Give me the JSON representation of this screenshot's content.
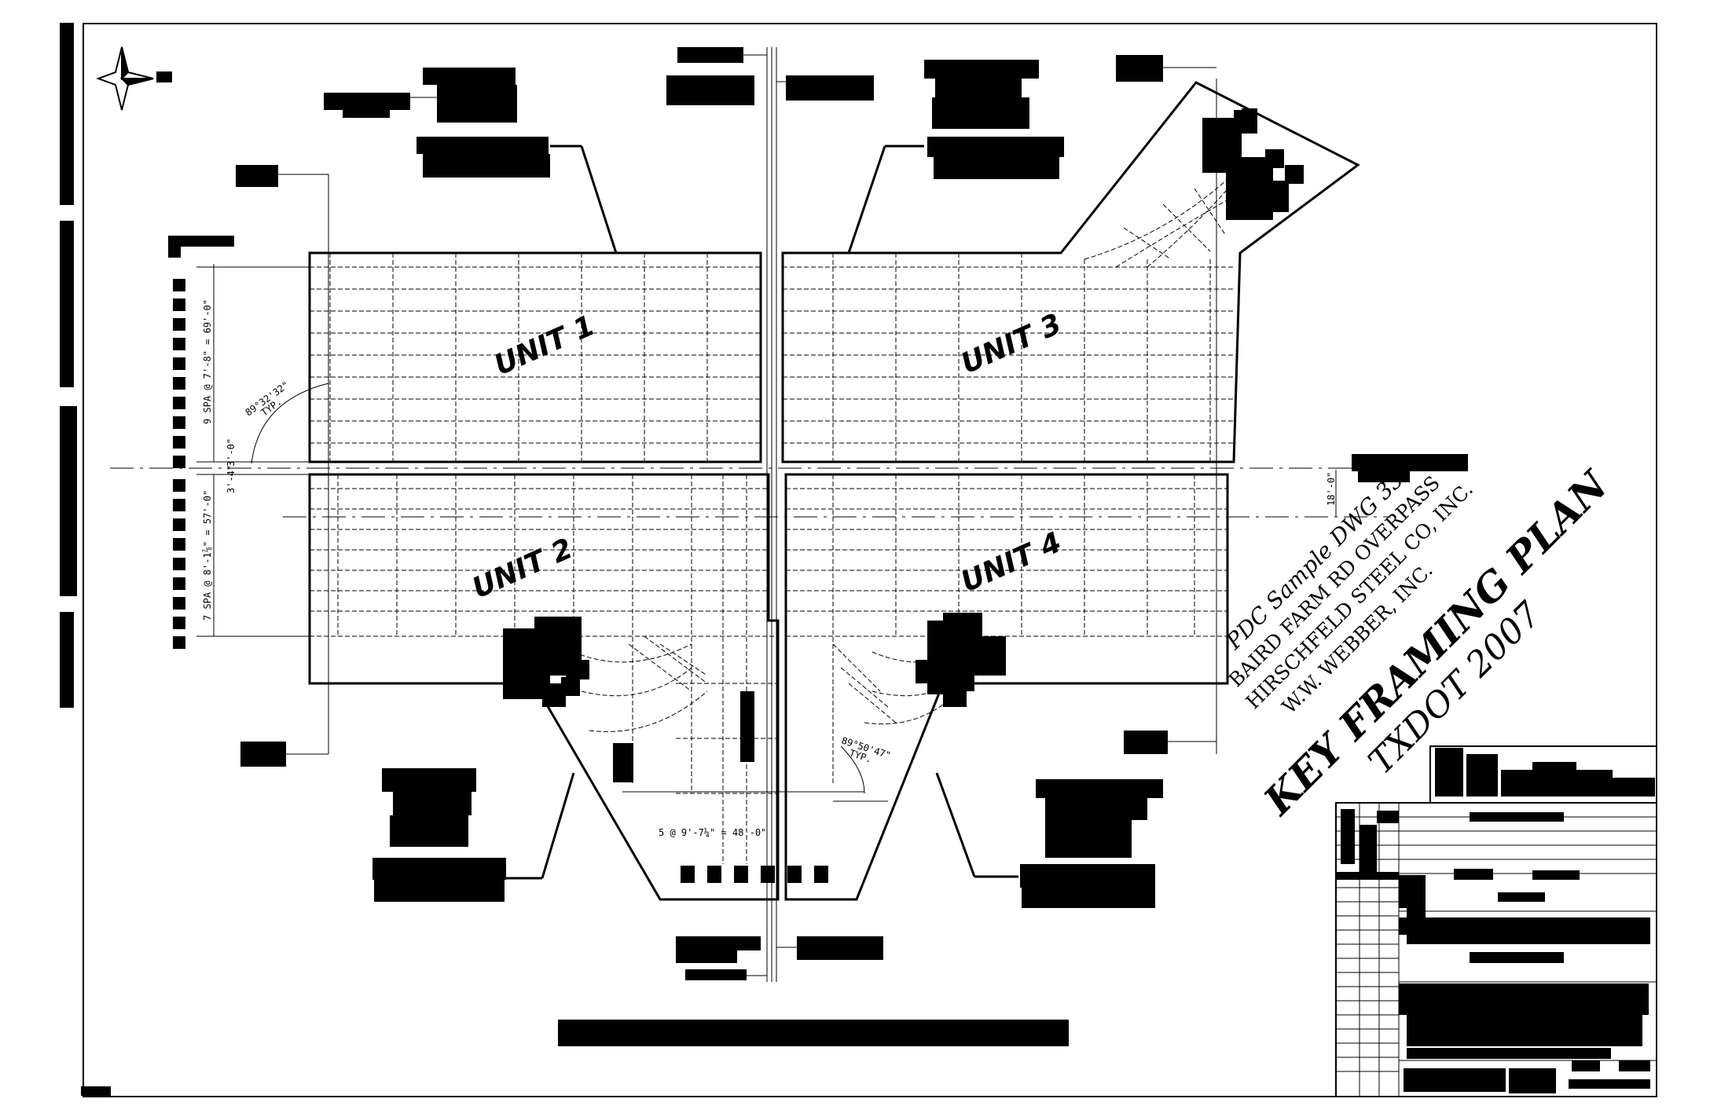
{
  "drawing": {
    "units": [
      "UNIT 1",
      "UNIT 2",
      "UNIT 3",
      "UNIT 4"
    ],
    "dims": {
      "unit1_spacing": "9 SPA @ 7'-8\" = 69'-0\"",
      "unit2_spacing": "7 SPA @ 8'-1⅞\" = 57'-0\"",
      "gap_upper": "3'-0\"",
      "gap_lower": "3'-4\"",
      "offset_right": "18'-0\"",
      "bottom_spacing": "5 @ 9'-7¼\" = 48'-0\"",
      "angle_left": "89°32'32\"",
      "angle_right": "89°50'47\"",
      "typ": "TYP."
    },
    "stamp": {
      "line1": "PDC Sample DWG 33",
      "line2": "BAIRD FARM RD OVERPASS",
      "line3": "HIRSCHFELD STEEL CO, INC.",
      "line4": "W.W. WEBBER, INC.",
      "line5": "KEY FRAMING PLAN",
      "line6": "TXDOT 2007"
    }
  },
  "colors": {
    "ink": "#000000",
    "paper": "#ffffff"
  }
}
